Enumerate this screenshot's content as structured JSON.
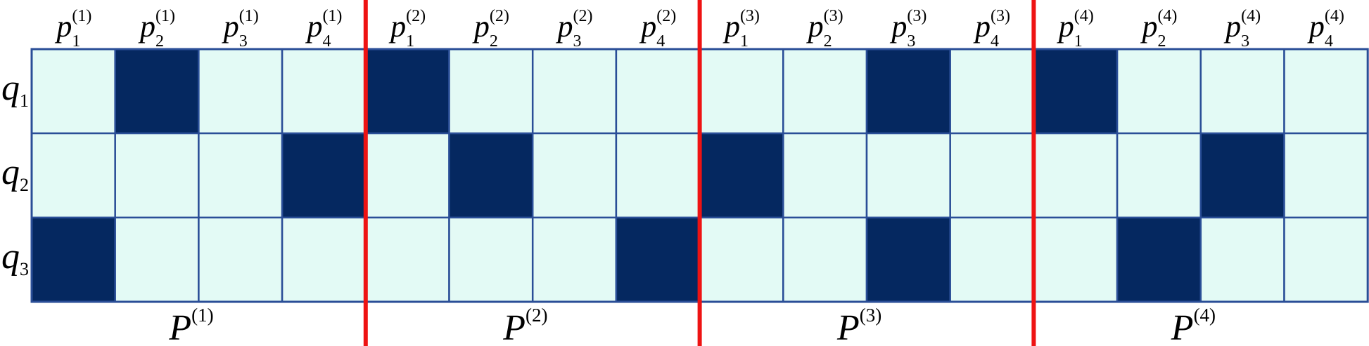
{
  "rows": [
    {
      "base": "q",
      "sub": "1"
    },
    {
      "base": "q",
      "sub": "2"
    },
    {
      "base": "q",
      "sub": "3"
    }
  ],
  "columns": [
    {
      "base": "p",
      "sub": "1",
      "sup": "(1)"
    },
    {
      "base": "p",
      "sub": "2",
      "sup": "(1)"
    },
    {
      "base": "p",
      "sub": "3",
      "sup": "(1)"
    },
    {
      "base": "p",
      "sub": "4",
      "sup": "(1)"
    },
    {
      "base": "p",
      "sub": "1",
      "sup": "(2)"
    },
    {
      "base": "p",
      "sub": "2",
      "sup": "(2)"
    },
    {
      "base": "p",
      "sub": "3",
      "sup": "(2)"
    },
    {
      "base": "p",
      "sub": "4",
      "sup": "(2)"
    },
    {
      "base": "p",
      "sub": "1",
      "sup": "(3)"
    },
    {
      "base": "p",
      "sub": "2",
      "sup": "(3)"
    },
    {
      "base": "p",
      "sub": "3",
      "sup": "(3)"
    },
    {
      "base": "p",
      "sub": "4",
      "sup": "(3)"
    },
    {
      "base": "p",
      "sub": "1",
      "sup": "(4)"
    },
    {
      "base": "p",
      "sub": "2",
      "sup": "(4)"
    },
    {
      "base": "p",
      "sub": "3",
      "sup": "(4)"
    },
    {
      "base": "p",
      "sub": "4",
      "sup": "(4)"
    }
  ],
  "groups": [
    {
      "base": "P",
      "sup": "(1)"
    },
    {
      "base": "P",
      "sup": "(2)"
    },
    {
      "base": "P",
      "sup": "(3)"
    },
    {
      "base": "P",
      "sup": "(4)"
    }
  ],
  "columns_per_group": 4,
  "matrix": [
    [
      0,
      1,
      0,
      0,
      1,
      0,
      0,
      0,
      0,
      0,
      1,
      0,
      1,
      0,
      0,
      0
    ],
    [
      0,
      0,
      0,
      1,
      0,
      1,
      0,
      0,
      1,
      0,
      0,
      0,
      0,
      0,
      1,
      0
    ],
    [
      1,
      0,
      0,
      0,
      0,
      0,
      0,
      1,
      0,
      0,
      1,
      0,
      0,
      1,
      0,
      0
    ]
  ],
  "colors": {
    "filled": "#052860",
    "empty": "#e3faf5",
    "gridline": "#2a4e97",
    "divider": "#ee1313"
  }
}
